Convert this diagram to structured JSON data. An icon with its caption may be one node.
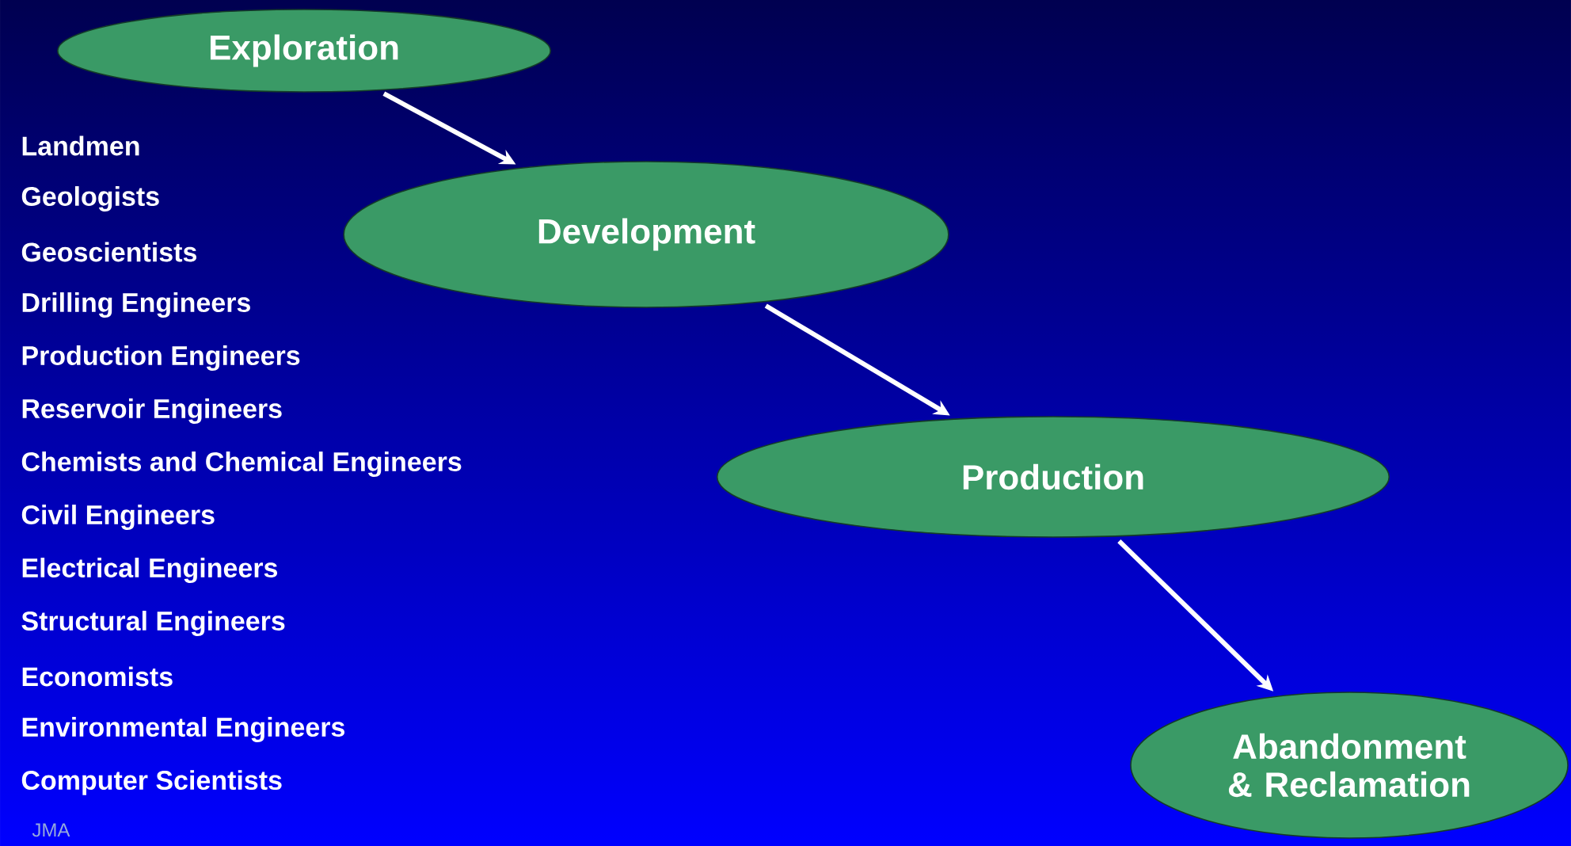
{
  "diagram": {
    "nodes": [
      {
        "text": [
          "Exploration"
        ]
      },
      {
        "text": [
          "Development"
        ]
      },
      {
        "text": [
          "Production"
        ]
      },
      {
        "text": [
          "Abandonment & Reclamation"
        ]
      }
    ],
    "edges": [
      {
        "from": 0,
        "to": 1,
        "arrow": "to"
      },
      {
        "from": 1,
        "to": 2,
        "arrow": "to"
      },
      {
        "from": 2,
        "to": 3,
        "arrow": "to"
      }
    ],
    "labels": [
      "Landmen",
      "Geologists",
      "Geoscientists",
      "Drilling Engineers",
      "Production Engineers",
      "Reservoir Engineers",
      "Chemists and Chemical Engineers",
      "Civil Engineers",
      "Electrical Engineers",
      "Structural Engineers",
      "Economists",
      "Environmental Engineers",
      "Computer Scientists",
      "JMA"
    ]
  }
}
